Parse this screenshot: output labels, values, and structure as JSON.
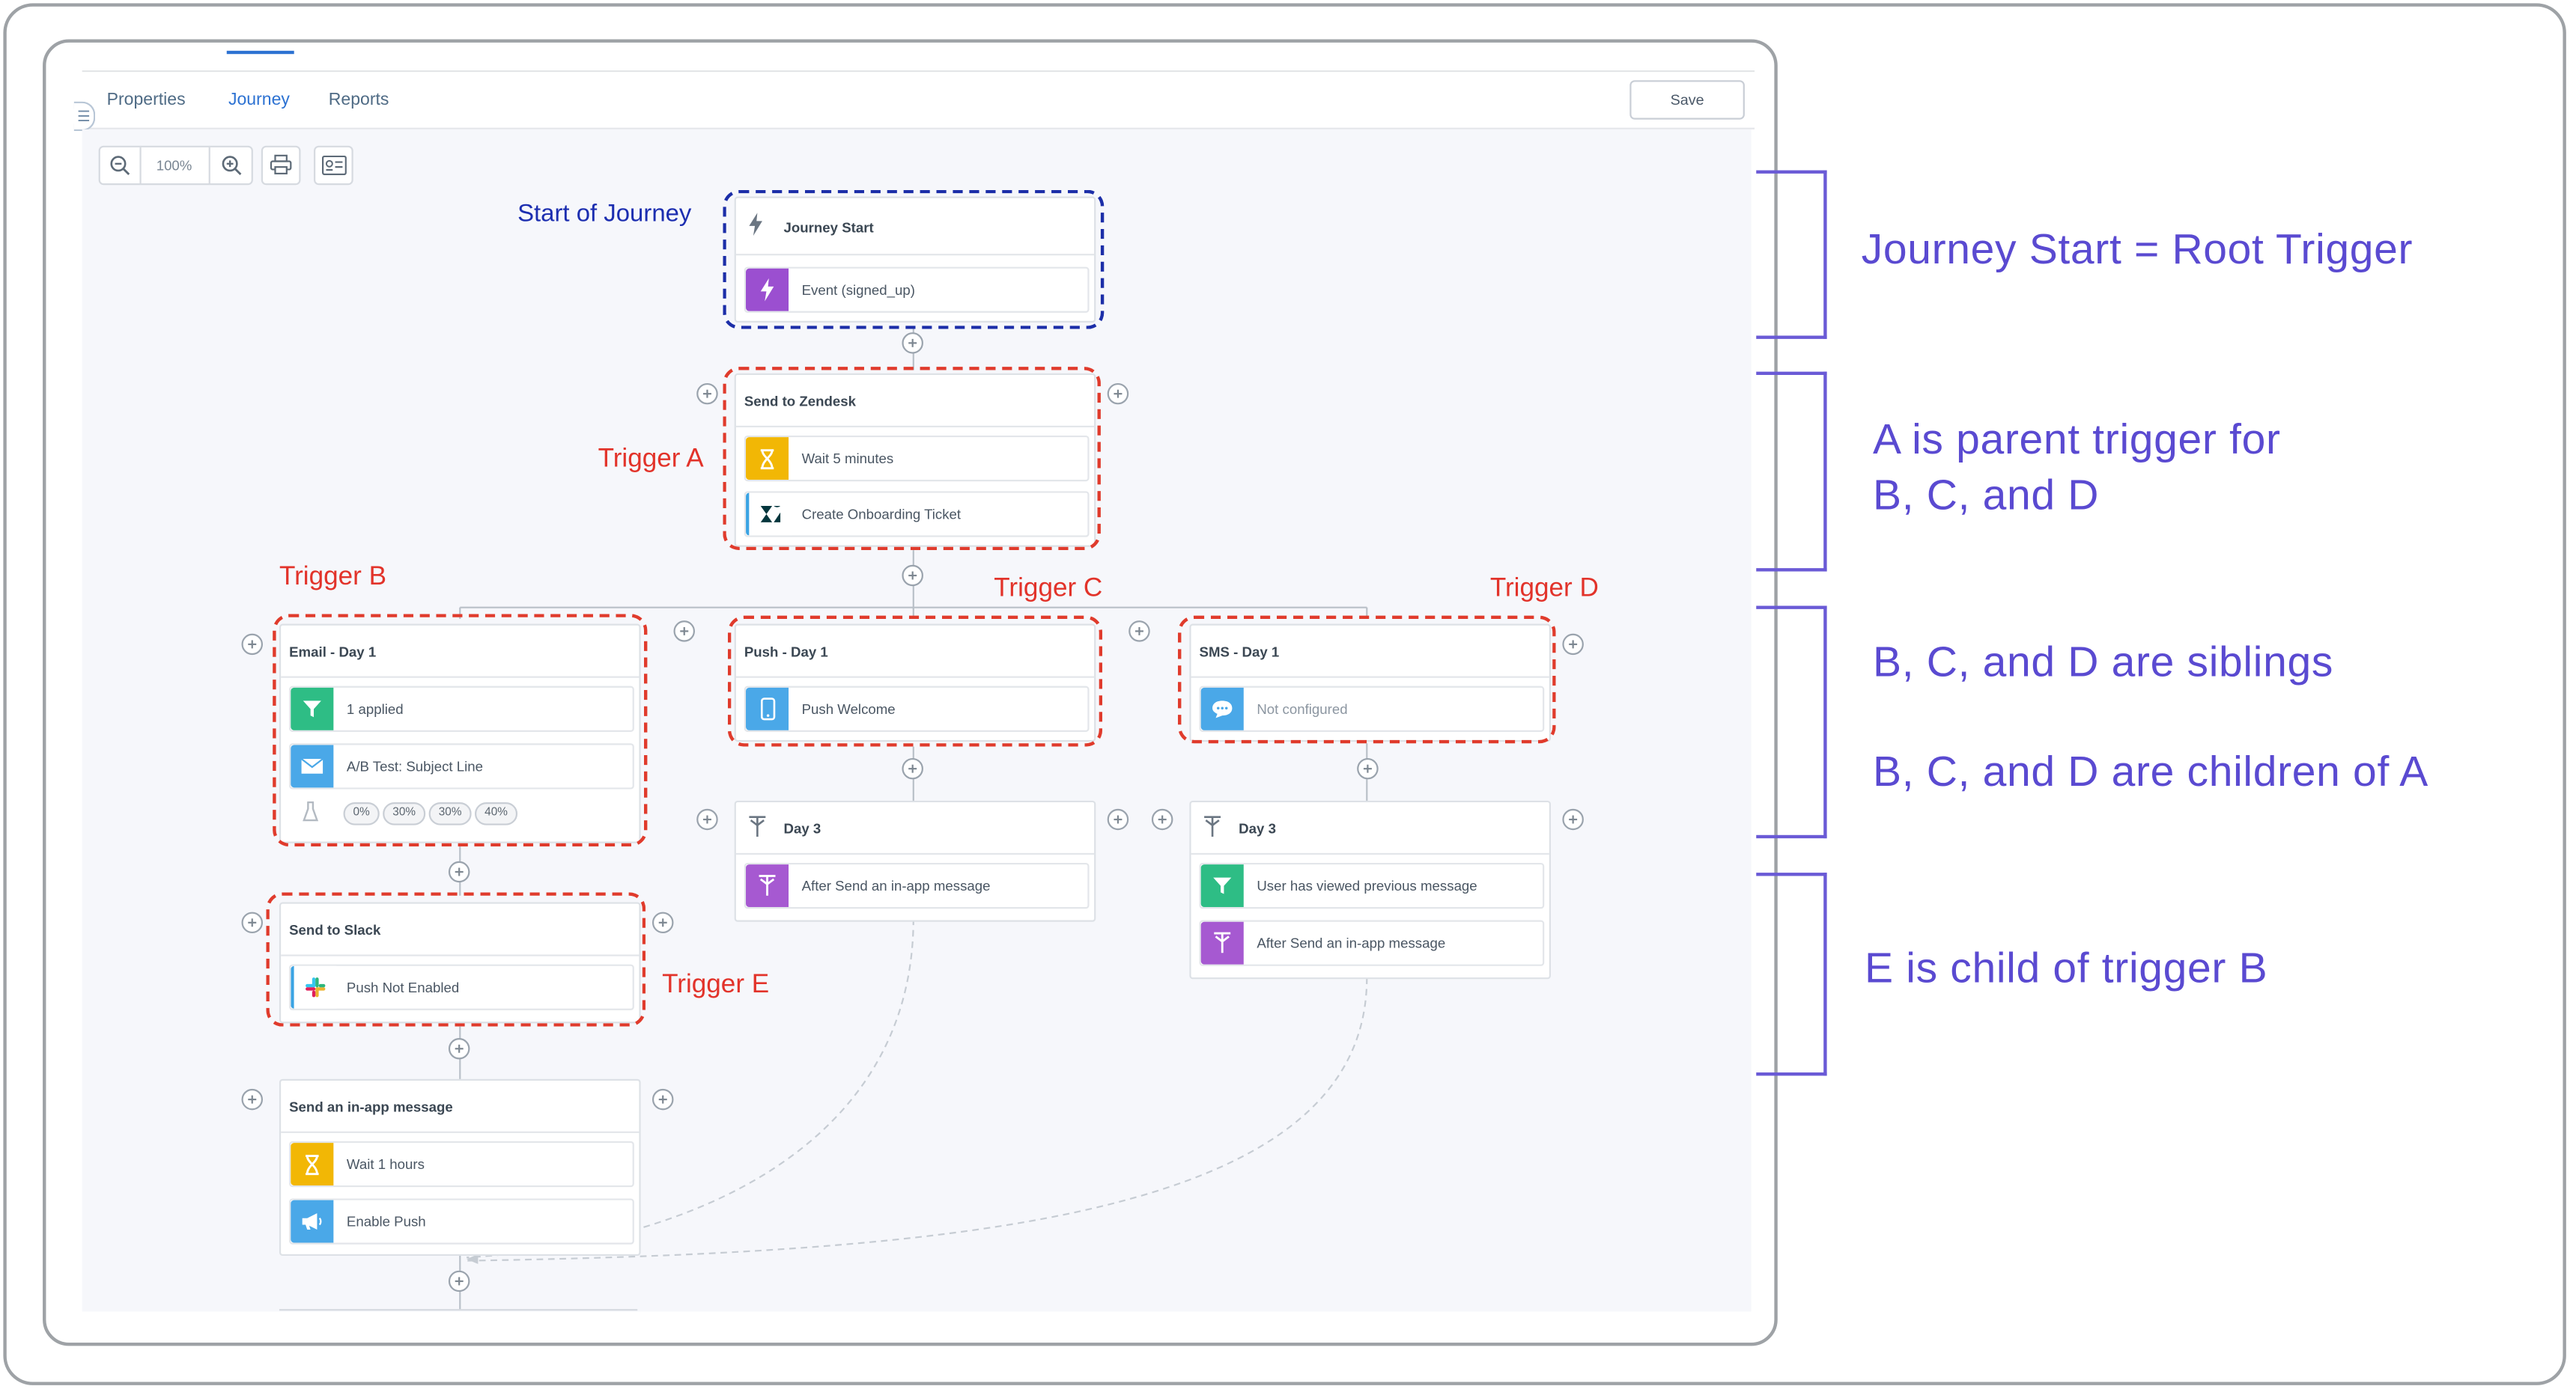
{
  "tabs": [
    {
      "label": "Properties",
      "active": false
    },
    {
      "label": "Journey",
      "active": true
    },
    {
      "label": "Reports",
      "active": false
    }
  ],
  "toolbar": {
    "save_label": "Save",
    "zoom_value": "100%"
  },
  "nodes": {
    "journey_start": {
      "title": "Journey Start",
      "rows": [
        {
          "icon": "lightning-icon",
          "text": "Event (signed_up)"
        }
      ]
    },
    "zendesk": {
      "title": "Send to Zendesk",
      "rows": [
        {
          "icon": "hourglass-icon",
          "text": "Wait 5 minutes"
        },
        {
          "icon": "zendesk-icon",
          "text": "Create Onboarding Ticket"
        }
      ]
    },
    "email_day1": {
      "title": "Email - Day 1",
      "rows": [
        {
          "icon": "filter-icon",
          "text": "1 applied"
        },
        {
          "icon": "envelope-icon",
          "text": "A/B Test: Subject Line"
        }
      ],
      "split_percents": [
        "0%",
        "30%",
        "30%",
        "40%"
      ]
    },
    "push_day1": {
      "title": "Push - Day 1",
      "rows": [
        {
          "icon": "phone-icon",
          "text": "Push Welcome"
        }
      ]
    },
    "sms_day1": {
      "title": "SMS - Day 1",
      "rows": [
        {
          "icon": "chat-bubble-icon",
          "text": "Not configured"
        }
      ]
    },
    "day3_push": {
      "title": "Day 3",
      "rows": [
        {
          "icon": "split-icon",
          "text": "After Send an in-app message"
        }
      ]
    },
    "day3_sms": {
      "title": "Day 3",
      "rows": [
        {
          "icon": "filter-icon",
          "text": "User has viewed previous message"
        },
        {
          "icon": "split-icon",
          "text": "After Send an in-app message"
        }
      ]
    },
    "slack": {
      "title": "Send to Slack",
      "rows": [
        {
          "icon": "slack-icon",
          "text": "Push Not Enabled"
        }
      ]
    },
    "inapp": {
      "title": "Send an in-app message",
      "rows": [
        {
          "icon": "hourglass-icon",
          "text": "Wait 1 hours"
        },
        {
          "icon": "megaphone-icon",
          "text": "Enable Push"
        }
      ]
    }
  },
  "callouts": {
    "start_of_journey": "Start of Journey",
    "trigger_a": "Trigger A",
    "trigger_b": "Trigger B",
    "trigger_c": "Trigger C",
    "trigger_d": "Trigger D",
    "trigger_e": "Trigger E"
  },
  "annotations": {
    "root": "Journey Start = Root Trigger",
    "parent_line1": "A is parent trigger for",
    "parent_line2": "B, C, and D",
    "siblings": "B, C, and D are siblings",
    "children": "B, C, and D are children of A",
    "child_e": "E is child of trigger B"
  },
  "colors": {
    "callout_red": "#e2332a",
    "callout_blue": "#1c2eb0",
    "annotation_purple": "#5a4ad1",
    "tab_active": "#2d72d2"
  }
}
